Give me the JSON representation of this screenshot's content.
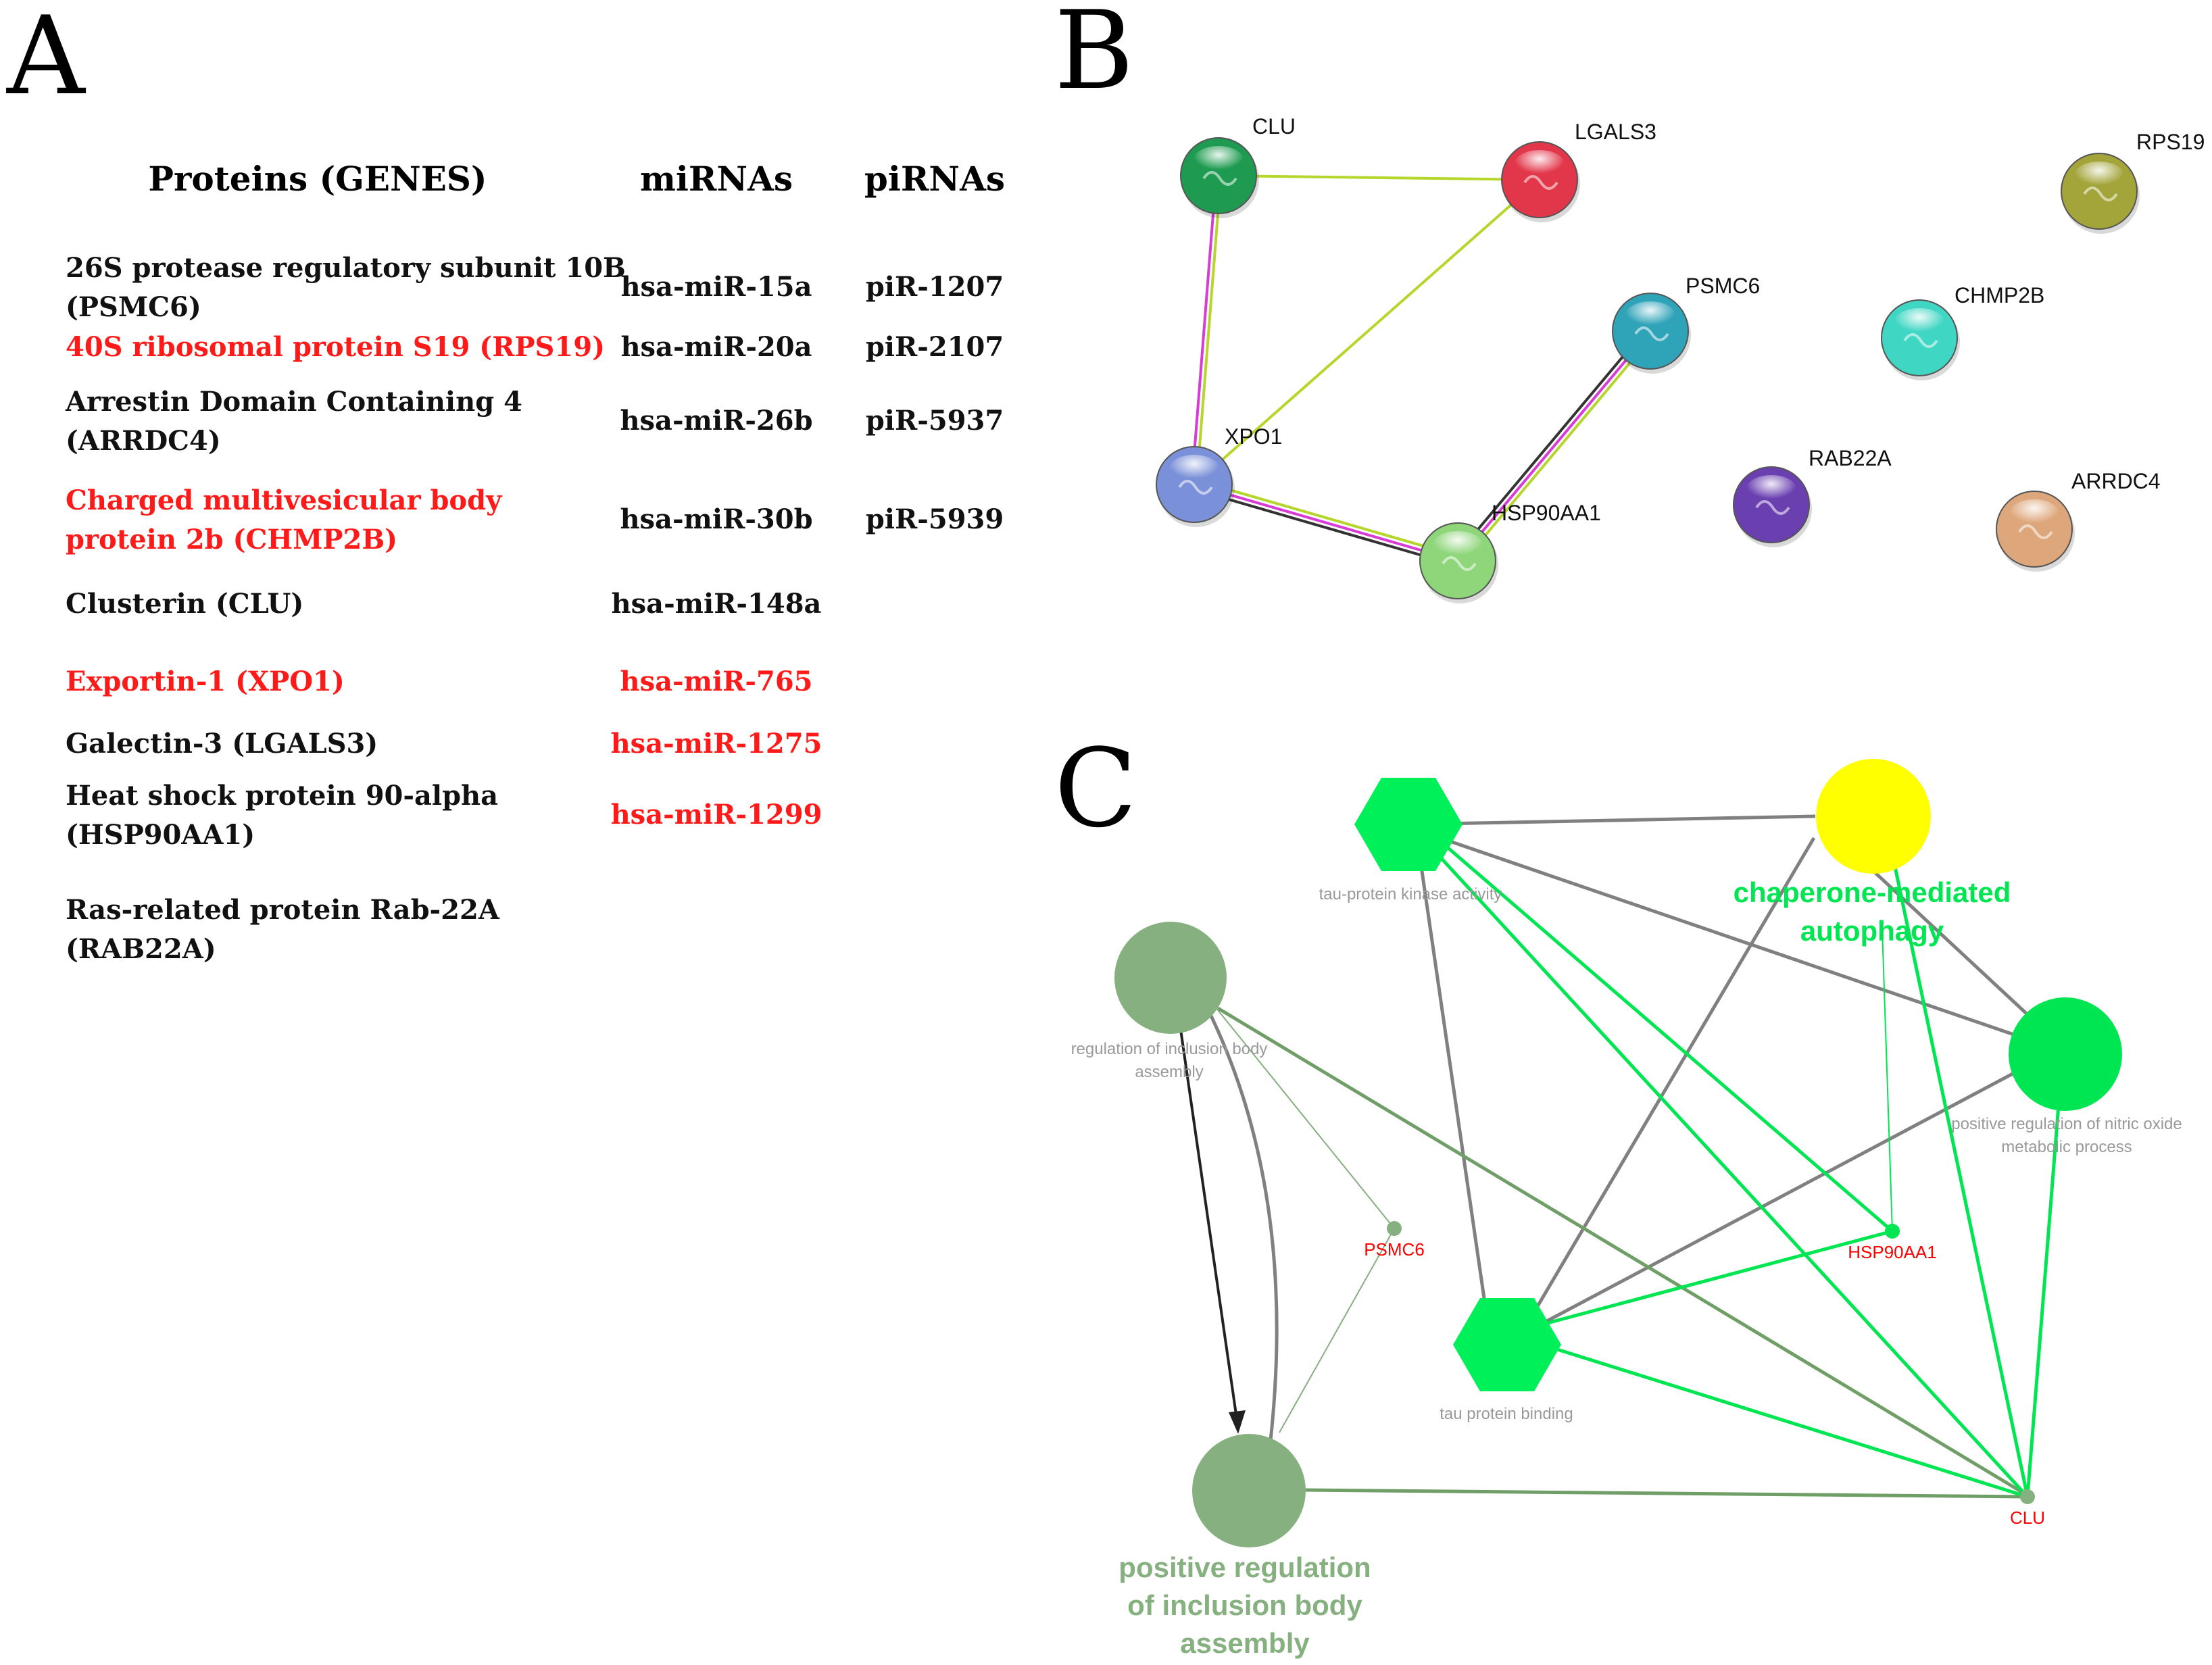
{
  "panels": {
    "a": "A",
    "b": "B",
    "c": "C"
  },
  "panel_a": {
    "headers": {
      "proteins": "Proteins (GENES)",
      "mirnas": "miRNAs",
      "pirnas": "piRNAs"
    },
    "rows": [
      {
        "protein": [
          "26S protease regulatory subunit 10B",
          "(PSMC6)"
        ],
        "protein_highlight": false,
        "mirna": "hsa-miR-15a",
        "mirna_highlight": false,
        "pirna": "piR-1207"
      },
      {
        "protein": [
          "40S ribosomal protein S19 (RPS19)"
        ],
        "protein_highlight": true,
        "mirna": "hsa-miR-20a",
        "mirna_highlight": false,
        "pirna": "piR-2107"
      },
      {
        "protein": [
          "Arrestin Domain Containing 4",
          "(ARRDC4)"
        ],
        "protein_highlight": false,
        "mirna": "hsa-miR-26b",
        "mirna_highlight": false,
        "pirna": "piR-5937"
      },
      {
        "protein": [
          "Charged multivesicular body",
          "protein 2b (CHMP2B)"
        ],
        "protein_highlight": true,
        "mirna": "hsa-miR-30b",
        "mirna_highlight": false,
        "pirna": "piR-5939"
      },
      {
        "protein": [
          "Clusterin (CLU)"
        ],
        "protein_highlight": false,
        "mirna": "hsa-miR-148a",
        "mirna_highlight": false,
        "pirna": ""
      },
      {
        "protein": [
          "Exportin-1 (XPO1)"
        ],
        "protein_highlight": true,
        "mirna": "hsa-miR-765",
        "mirna_highlight": true,
        "pirna": ""
      },
      {
        "protein": [
          "Galectin-3 (LGALS3)"
        ],
        "protein_highlight": false,
        "mirna": "hsa-miR-1275",
        "mirna_highlight": true,
        "pirna": ""
      },
      {
        "protein": [
          "Heat shock protein 90-alpha",
          "(HSP90AA1)"
        ],
        "protein_highlight": false,
        "mirna": "hsa-miR-1299",
        "mirna_highlight": true,
        "pirna": ""
      },
      {
        "protein": [
          "Ras-related protein Rab-22A",
          "(RAB22A)"
        ],
        "protein_highlight": false,
        "mirna": "",
        "mirna_highlight": false,
        "pirna": ""
      }
    ]
  },
  "panel_b": {
    "nodes": [
      {
        "id": "CLU",
        "label": "CLU",
        "color": "#1e9b50"
      },
      {
        "id": "LGALS3",
        "label": "LGALS3",
        "color": "#e2364a"
      },
      {
        "id": "RPS19",
        "label": "RPS19",
        "color": "#a3a43a"
      },
      {
        "id": "PSMC6",
        "label": "PSMC6",
        "color": "#2fa3b8"
      },
      {
        "id": "CHMP2B",
        "label": "CHMP2B",
        "color": "#3fd6c4"
      },
      {
        "id": "XPO1",
        "label": "XPO1",
        "color": "#7a90d8"
      },
      {
        "id": "RAB22A",
        "label": "RAB22A",
        "color": "#6a3fb0"
      },
      {
        "id": "ARRDC4",
        "label": "ARRDC4",
        "color": "#dea77b"
      },
      {
        "id": "HSP90AA1",
        "label": "HSP90AA1",
        "color": "#8fd67b"
      }
    ],
    "edges": [
      {
        "from": "CLU",
        "to": "LGALS3",
        "colors": [
          "#b5d62a"
        ]
      },
      {
        "from": "CLU",
        "to": "XPO1",
        "colors": [
          "#b5d62a",
          "#d93bd6"
        ]
      },
      {
        "from": "LGALS3",
        "to": "XPO1",
        "colors": [
          "#b5d62a"
        ]
      },
      {
        "from": "XPO1",
        "to": "HSP90AA1",
        "colors": [
          "#b5d62a",
          "#d93bd6",
          "#333333"
        ]
      },
      {
        "from": "PSMC6",
        "to": "HSP90AA1",
        "colors": [
          "#b5d62a",
          "#d93bd6",
          "#333333"
        ]
      }
    ]
  },
  "panel_c": {
    "terms": [
      {
        "id": "tau_kinase",
        "label": "tau-protein kinase activity",
        "shape": "hexagon",
        "color": "#00f05a"
      },
      {
        "id": "cma",
        "label": "chaperone-mediated autophagy",
        "shape": "circle",
        "color": "#ffff00"
      },
      {
        "id": "reg_inclusion",
        "label": "regulation of inclusion body assembly",
        "shape": "circle",
        "color": "#86b07f"
      },
      {
        "id": "pos_no",
        "label": "positive regulation of nitric oxide metabolic process",
        "shape": "circle",
        "color": "#00e652"
      },
      {
        "id": "tau_binding",
        "label": "tau protein binding",
        "shape": "hexagon",
        "color": "#00f05a"
      },
      {
        "id": "pos_inclusion",
        "label": "positive regulation of inclusion body assembly",
        "shape": "circle",
        "color": "#86b07f"
      }
    ],
    "genes": [
      {
        "id": "PSMC6",
        "label": "PSMC6",
        "color": "#86b07f"
      },
      {
        "id": "HSP90AA1",
        "label": "HSP90AA1",
        "color": "#00e652"
      },
      {
        "id": "CLU",
        "label": "CLU",
        "color": "#86b07f"
      }
    ],
    "cma_label_lines": [
      "chaperone-mediated",
      "autophagy"
    ],
    "reg_inclusion_label_lines": [
      "regulation of inclusion body",
      "assembly"
    ],
    "pos_no_label_lines": [
      "positive regulation of nitric oxide",
      "metabolic process"
    ],
    "pos_inclusion_label_lines": [
      "positive regulation",
      "of inclusion body",
      "assembly"
    ],
    "edge_colors": {
      "gray": "#808080",
      "green": "#00e652",
      "sage": "#6f9e67",
      "black": "#222222"
    }
  }
}
